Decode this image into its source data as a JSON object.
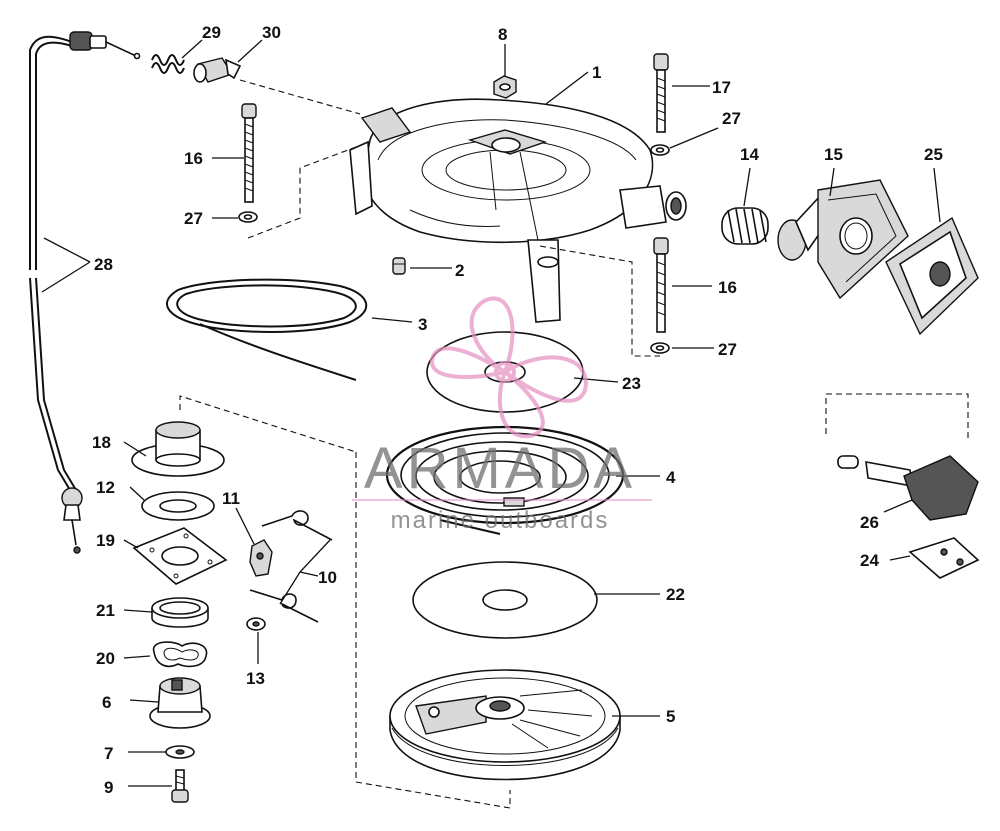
{
  "watermark": {
    "brand": "ARMADA",
    "tagline": "marine outboards",
    "logo_color": "#e38fbf",
    "text_color": "#6f6f73"
  },
  "callouts": [
    {
      "id": "c1",
      "label": "1"
    },
    {
      "id": "c2",
      "label": "2"
    },
    {
      "id": "c3",
      "label": "3"
    },
    {
      "id": "c4",
      "label": "4"
    },
    {
      "id": "c5",
      "label": "5"
    },
    {
      "id": "c6",
      "label": "6"
    },
    {
      "id": "c7",
      "label": "7"
    },
    {
      "id": "c8",
      "label": "8"
    },
    {
      "id": "c9",
      "label": "9"
    },
    {
      "id": "c10",
      "label": "10"
    },
    {
      "id": "c11",
      "label": "11"
    },
    {
      "id": "c12",
      "label": "12"
    },
    {
      "id": "c13",
      "label": "13"
    },
    {
      "id": "c14",
      "label": "14"
    },
    {
      "id": "c15",
      "label": "15"
    },
    {
      "id": "c16a",
      "label": "16"
    },
    {
      "id": "c16b",
      "label": "16"
    },
    {
      "id": "c17",
      "label": "17"
    },
    {
      "id": "c18",
      "label": "18"
    },
    {
      "id": "c19",
      "label": "19"
    },
    {
      "id": "c20",
      "label": "20"
    },
    {
      "id": "c21",
      "label": "21"
    },
    {
      "id": "c22",
      "label": "22"
    },
    {
      "id": "c23",
      "label": "23"
    },
    {
      "id": "c24",
      "label": "24"
    },
    {
      "id": "c25",
      "label": "25"
    },
    {
      "id": "c26",
      "label": "26"
    },
    {
      "id": "c27a",
      "label": "27"
    },
    {
      "id": "c27b",
      "label": "27"
    },
    {
      "id": "c27c",
      "label": "27"
    },
    {
      "id": "c28",
      "label": "28"
    },
    {
      "id": "c29",
      "label": "29"
    },
    {
      "id": "c30",
      "label": "30"
    }
  ]
}
